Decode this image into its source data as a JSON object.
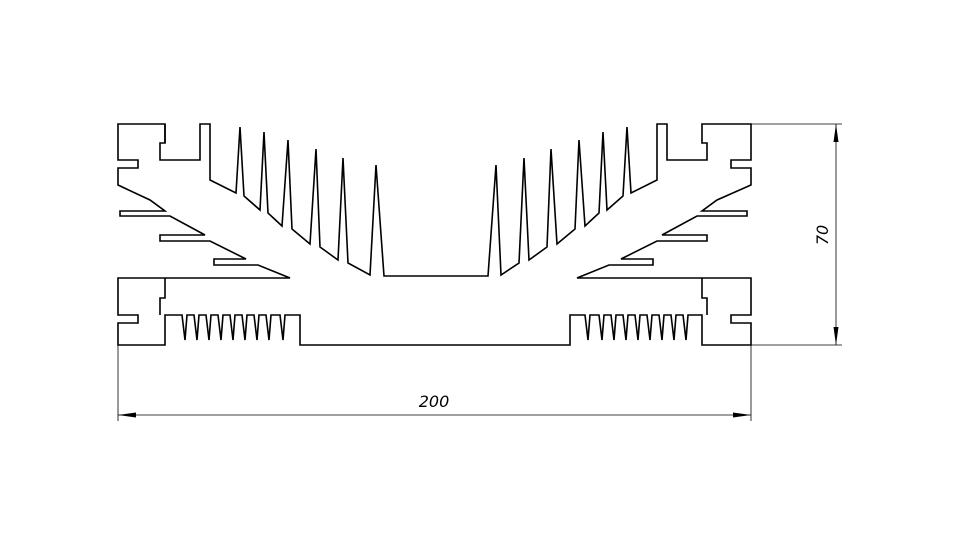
{
  "drawing": {
    "subject": "heatsink-profile",
    "line_color": "#000000",
    "background": "#ffffff"
  },
  "dimensions": {
    "width_label": "200",
    "height_label": "70"
  }
}
